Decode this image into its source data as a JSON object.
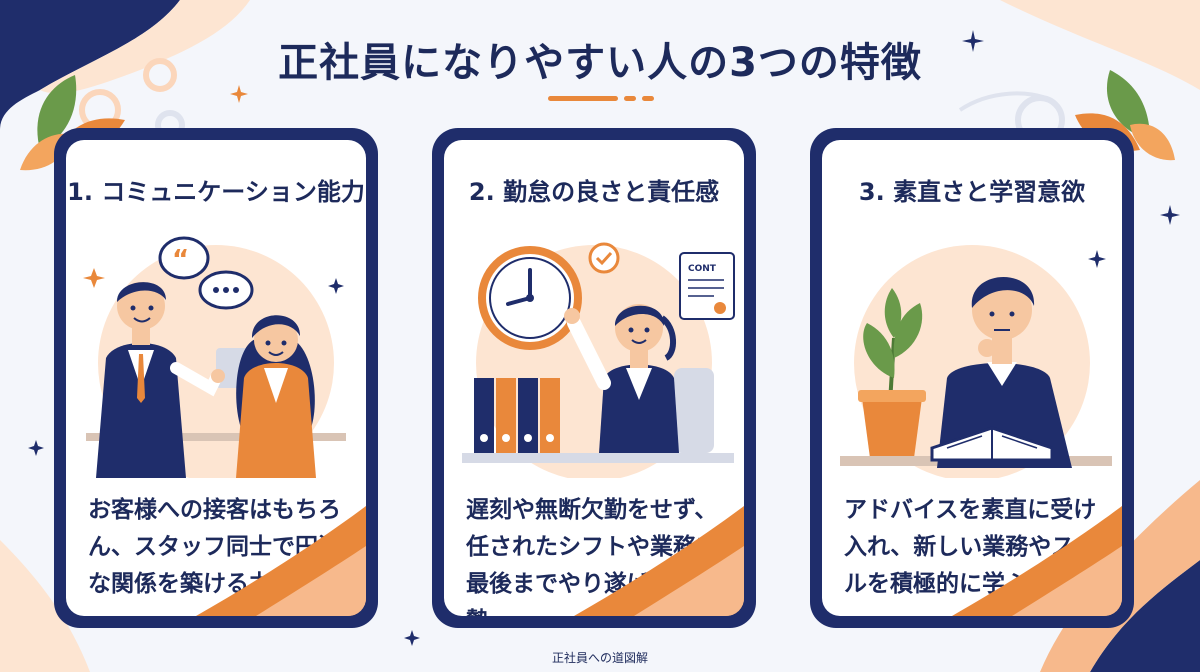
{
  "title": "正社員になりやすい人の3つの特徴",
  "cards": [
    {
      "title": "1. コミュニケーション能力",
      "text": [
        "お客様への接客はもちろ",
        "ん、スタッフ同士で円滑",
        "な関係を築ける力。"
      ]
    },
    {
      "title": "2. 勤怠の良さと責任感",
      "text": [
        "遅刻や無断欠勤をせず、",
        "任されたシフトや業務を",
        "最後までやり遂げる姿勢。"
      ],
      "document_label": "CONT"
    },
    {
      "title": "3. 素直さと学習意欲",
      "text": [
        "アドバイスを素直に受け",
        "入れ、新しい業務やスキ",
        "ルを積極的に学ぶ熱意。"
      ]
    }
  ],
  "footer": "正社員への道図解",
  "colors": {
    "navy": "#1f2d6b",
    "orange": "#e9883b",
    "peach": "#fde5d2",
    "background": "#f4f6fb"
  }
}
